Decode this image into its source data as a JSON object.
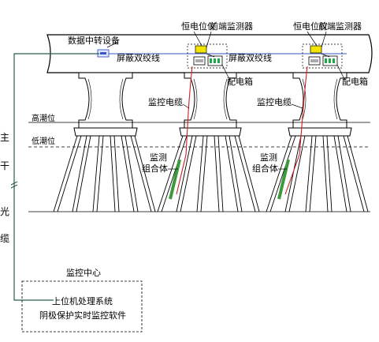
{
  "labels": {
    "data_relay": "数据中转设备",
    "shielded_pair_1": "屏蔽双绞线",
    "shielded_pair_2": "屏蔽双绞线",
    "potentiostat_1": "恒电位仪",
    "potentiostat_2": "恒电位仪",
    "front_monitor_1": "前端监测器",
    "front_monitor_2": "前端监测器",
    "distribution_box_1": "配电箱",
    "distribution_box_2": "配电箱",
    "monitor_cable_1": "监控电缆",
    "monitor_cable_2": "监控电缆",
    "high_tide": "高潮位",
    "low_tide": "低潮位",
    "sensor_assembly_1_line1": "监测",
    "sensor_assembly_1_line2": "组合体",
    "sensor_assembly_2_line1": "监测",
    "sensor_assembly_2_line2": "组合体",
    "trunk_fiber_chars": [
      "主",
      "干",
      "光",
      "缆"
    ],
    "monitor_center_title": "监控中心",
    "host_system": "上位机处理系统",
    "cp_software": "阴极保护实时监控软件"
  },
  "colors": {
    "cable_red": "#cc2020",
    "fiber_green": "#2a5d4a",
    "shield_blue": "#3a55c8",
    "monitor_yellow": "#f2e600",
    "dist_green": "#1fa84a",
    "sensor_green": "#3c9a3c"
  }
}
